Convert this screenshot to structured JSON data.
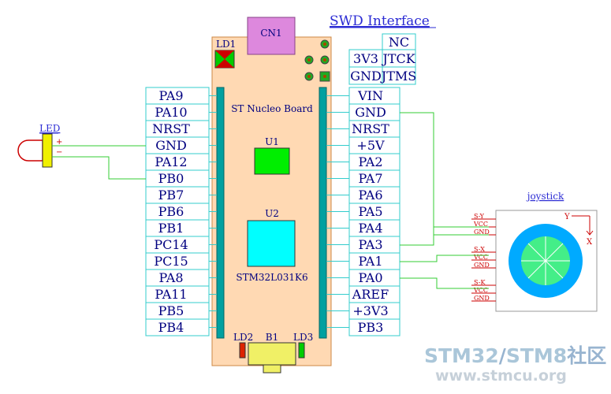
{
  "title": "SWD Interface",
  "swd": {
    "right": [
      "NC",
      "JTCK",
      "JTMS"
    ],
    "left": [
      "3V3",
      "GND"
    ]
  },
  "board": {
    "cn1": "CN1",
    "ld1": "LD1",
    "label": "ST Nucleo Board",
    "u1": "U1",
    "u2": "U2",
    "chip": "STM32L031K6",
    "ld2": "LD2",
    "b1": "B1",
    "ld3": "LD3"
  },
  "left_pins": [
    "PA9",
    "PA10",
    "NRST",
    "GND",
    "PA12",
    "PB0",
    "PB7",
    "PB6",
    "PB1",
    "PC14",
    "PC15",
    "PA8",
    "PA11",
    "PB5",
    "PB4"
  ],
  "right_pins": [
    "VIN",
    "GND",
    "NRST",
    "+5V",
    "PA2",
    "PA7",
    "PA6",
    "PA5",
    "PA4",
    "PA3",
    "PA1",
    "PA0",
    "AREF",
    "+3V3",
    "PB3"
  ],
  "led": {
    "label": "LED",
    "plus": "+",
    "minus": "−"
  },
  "joystick": {
    "label": "joystick",
    "y": "Y",
    "x": "X",
    "groups": [
      [
        "S-Y",
        "VCC",
        "GND"
      ],
      [
        "S-X",
        "VCC",
        "GND"
      ],
      [
        "S-K",
        "VCC",
        "GND"
      ]
    ]
  },
  "watermark": {
    "line1_a": "STM32",
    "line1_b": "/",
    "line1_c": "STM8",
    "line1_d": "社区",
    "line2": "www.stmcu.org"
  },
  "colors": {
    "board": "#ffd9b3",
    "header": "#00a0a0",
    "wire": "#33cc33",
    "pin_box": "#33cccc",
    "pin_text": "#000080",
    "title": "#2b2bd4",
    "chip_u1": "#00ee00",
    "chip_u2": "#00ffff",
    "cn1": "#dd88dd",
    "red": "#cc0000"
  }
}
